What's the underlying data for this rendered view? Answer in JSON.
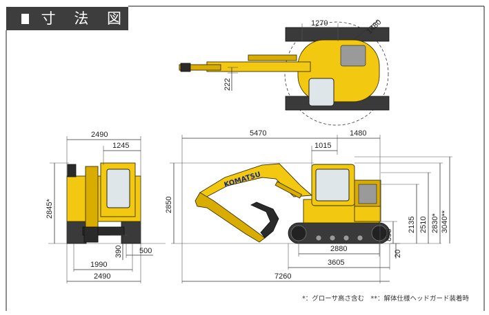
{
  "title_block": {
    "label": "寸 法 図"
  },
  "footnote": "*：グローサ高さ含む　**：解体仕様ヘッドガード装着時",
  "brand": {
    "logo_text": "KOMATSU"
  },
  "colors": {
    "machine_yellow": "#f2c811",
    "title_block": "#3d3d3d",
    "track": "#3a3a3a"
  },
  "views": {
    "top": {
      "width_1270": "1270",
      "swing_radius": "1480",
      "boom_offset": "222"
    },
    "front": {
      "overall_width_top": "2490",
      "half_width": "1245",
      "height_with_grouser": "2845*",
      "ground_clearance": "390",
      "shoe_width": "500",
      "track_gauge": "1990",
      "overall_width_bottom": "2490"
    },
    "side": {
      "front_reach": "5470",
      "tail_swing": "1480",
      "cab_offset": "1015",
      "overall_height": "2850",
      "counterweight_clearance": "895",
      "min_ground_clearance": "20",
      "tumbler_distance": "2880",
      "track_length": "3605",
      "overall_length": "7260",
      "engine_hood_height": "2135",
      "cab_height": "2510",
      "height_with_guard": "2830*",
      "height_demolition": "3040**"
    }
  }
}
